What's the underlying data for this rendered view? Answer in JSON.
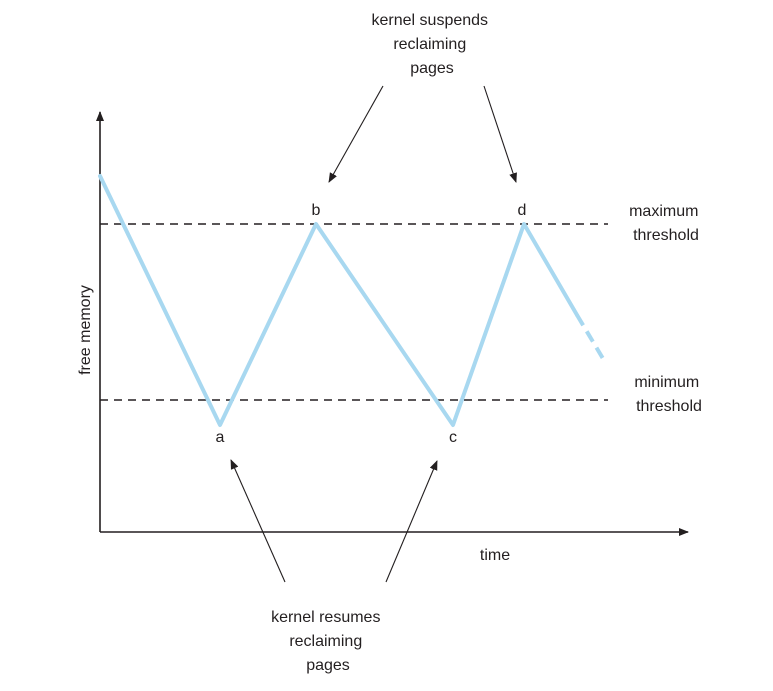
{
  "diagram": {
    "axes": {
      "y_label": "free memory",
      "x_label": "time"
    },
    "thresholds": {
      "maximum": [
        "maximum",
        "threshold"
      ],
      "minimum": [
        "minimum",
        "threshold"
      ]
    },
    "points": {
      "a": "a",
      "b": "b",
      "c": "c",
      "d": "d"
    },
    "annotations": {
      "suspend": [
        "kernel suspends",
        "reclaiming",
        "pages"
      ],
      "resume": [
        "kernel resumes",
        "reclaiming",
        "pages"
      ]
    },
    "colors": {
      "curve": "#a8d8f0",
      "ink": "#231f20"
    }
  }
}
